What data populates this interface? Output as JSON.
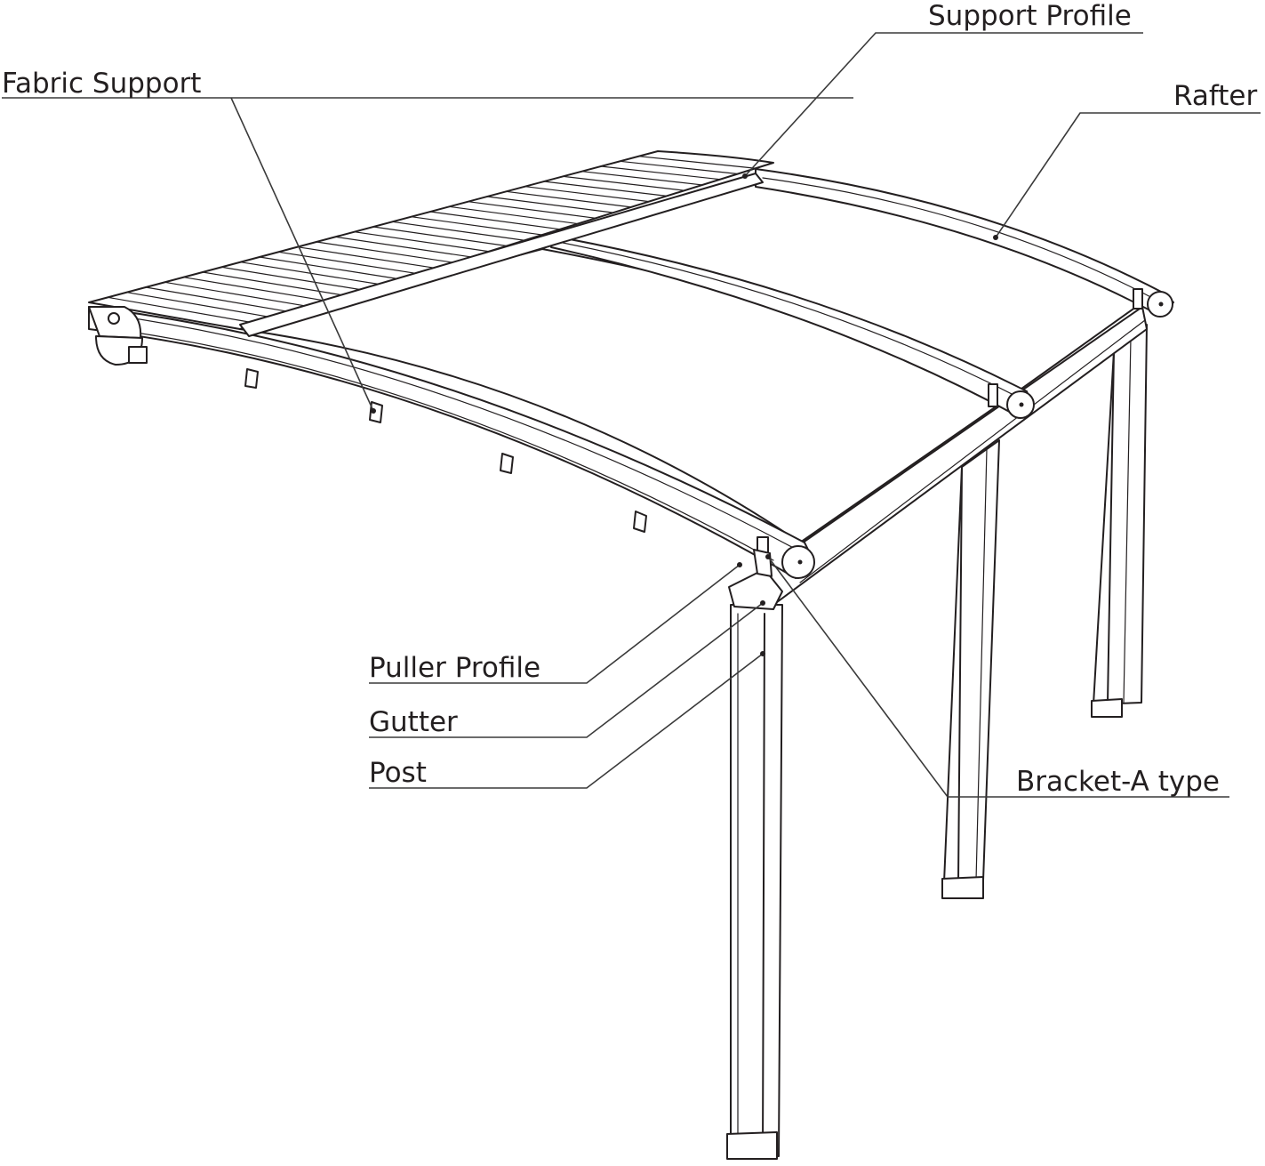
{
  "labels": {
    "support_profile": "Support Profile",
    "fabric_support": "Fabric Support",
    "rafter": "Rafter",
    "puller_profile": "Puller Profile",
    "gutter": "Gutter",
    "post": "Post",
    "bracket_a_type": "Bracket-A type"
  },
  "colors": {
    "line": "#231f20",
    "background": "#ffffff"
  }
}
